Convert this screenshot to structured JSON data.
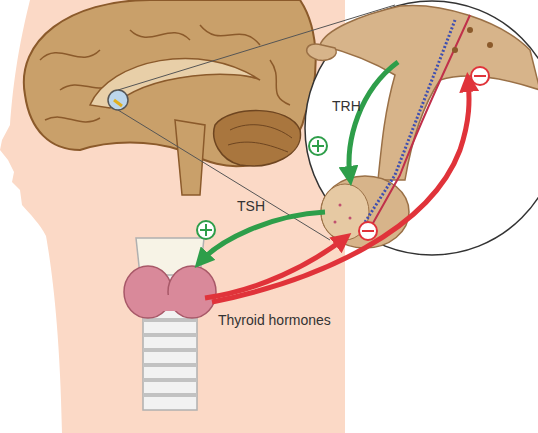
{
  "diagram": {
    "labels": [
      "TRH",
      "TSH",
      "Thyroid hormones"
    ]
  }
}
